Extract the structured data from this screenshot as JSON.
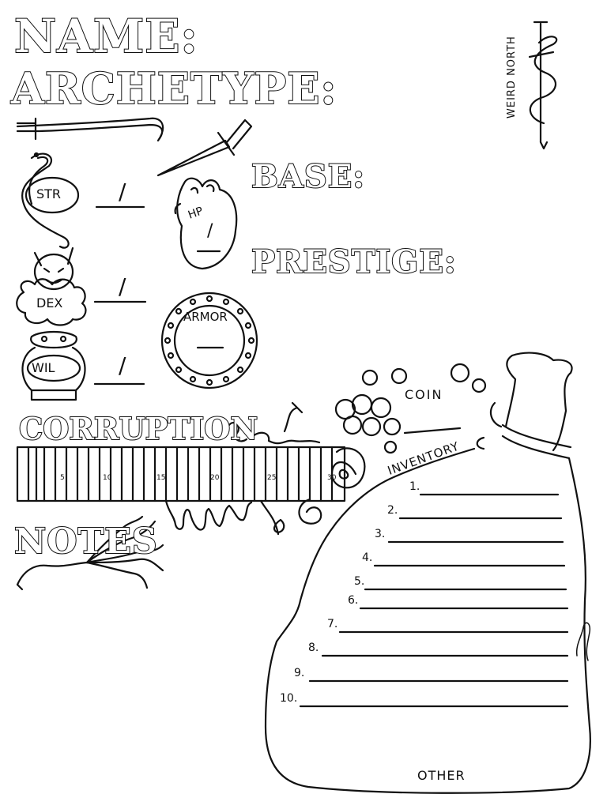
{
  "header": {
    "name_label": "NAME:",
    "archetype_label": "ARCHETYPE:",
    "brand": "WEIRD NORTH"
  },
  "stats": {
    "str": "STR",
    "dex": "DEX",
    "wil": "WIL",
    "slash": "/"
  },
  "hp": {
    "label": "HP",
    "slash": "/"
  },
  "base_label": "BASE:",
  "prestige_label": "PRESTIGE:",
  "armor_label": "ARMOR",
  "coin_label": "COIN",
  "corruption": {
    "label": "CORRUPTION",
    "ticks": [
      "5",
      "10",
      "15",
      "20",
      "25",
      "30"
    ]
  },
  "notes_label": "NOTES",
  "inventory": {
    "label": "INVENTORY",
    "slots": [
      "1.",
      "2.",
      "3.",
      "4.",
      "5.",
      "6.",
      "7.",
      "8.",
      "9.",
      "10."
    ],
    "other_label": "OTHER"
  }
}
